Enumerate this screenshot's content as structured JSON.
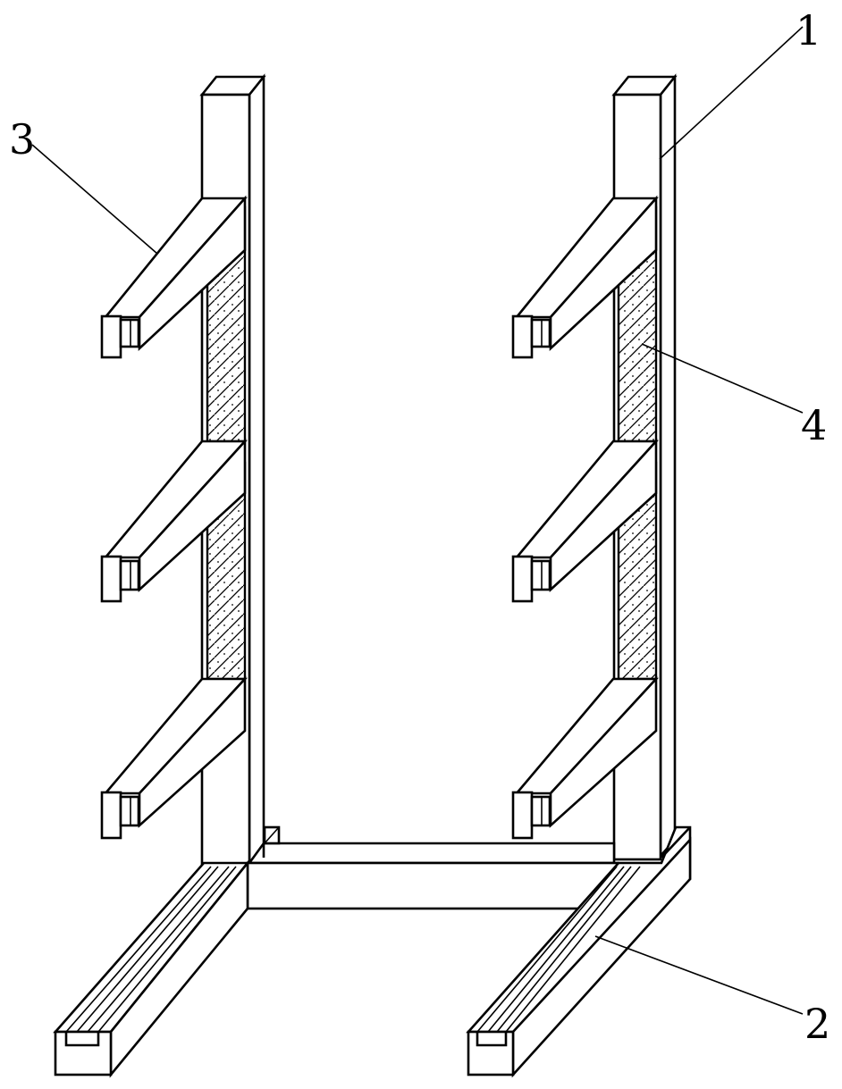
{
  "figure": {
    "labels": {
      "one": "1",
      "two": "2",
      "three": "3",
      "four": "4"
    }
  }
}
